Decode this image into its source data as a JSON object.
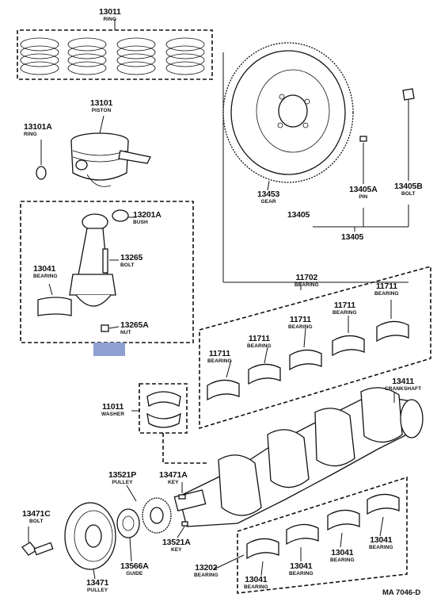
{
  "diagram_code": "MA 7046-D",
  "labels": {
    "l13011": {
      "pn": "13011",
      "nm": "RING"
    },
    "l13101": {
      "pn": "13101",
      "nm": "PISTON"
    },
    "l13101a": {
      "pn": "13101A",
      "nm": "RING"
    },
    "l13201a": {
      "pn": "13201A",
      "nm": "BUSH"
    },
    "l13265": {
      "pn": "13265",
      "nm": "BOLT"
    },
    "l13041a": {
      "pn": "13041",
      "nm": "BEARING"
    },
    "l13265a": {
      "pn": "13265A",
      "nm": "NUT"
    },
    "l13453": {
      "pn": "13453",
      "nm": "GEAR"
    },
    "l13405a": {
      "pn": "13405A",
      "nm": "PIN"
    },
    "l13405b": {
      "pn": "13405B",
      "nm": "BOLT"
    },
    "l13405": {
      "pn": "13405",
      "nm": ""
    },
    "l13405c": {
      "pn": "13405",
      "nm": ""
    },
    "l11702": {
      "pn": "11702",
      "nm": "BEARING"
    },
    "l11711a": {
      "pn": "11711",
      "nm": "BEARING"
    },
    "l11711b": {
      "pn": "11711",
      "nm": "BEARING"
    },
    "l11711c": {
      "pn": "11711",
      "nm": "BEARING"
    },
    "l11711d": {
      "pn": "11711",
      "nm": "BEARING"
    },
    "l11711e": {
      "pn": "11711",
      "nm": "BEARING"
    },
    "l13411": {
      "pn": "13411",
      "nm": "CRANKSHAFT"
    },
    "l11011": {
      "pn": "11011",
      "nm": "WASHER"
    },
    "l13521p": {
      "pn": "13521P",
      "nm": "PULLEY"
    },
    "l13471a": {
      "pn": "13471A",
      "nm": "KEY"
    },
    "l13471c": {
      "pn": "13471C",
      "nm": "BOLT"
    },
    "l13521a": {
      "pn": "13521A",
      "nm": "KEY"
    },
    "l13566a": {
      "pn": "13566A",
      "nm": "GUIDE"
    },
    "l13471": {
      "pn": "13471",
      "nm": "PULLEY"
    },
    "l13202": {
      "pn": "13202",
      "nm": "BEARING"
    },
    "l13041b": {
      "pn": "13041",
      "nm": "BEARING"
    },
    "l13041c": {
      "pn": "13041",
      "nm": "BEARING"
    },
    "l13041d": {
      "pn": "13041",
      "nm": "BEARING"
    },
    "l13041e": {
      "pn": "13041",
      "nm": "BEARING"
    }
  },
  "highlight_color": "#8e9fd1"
}
